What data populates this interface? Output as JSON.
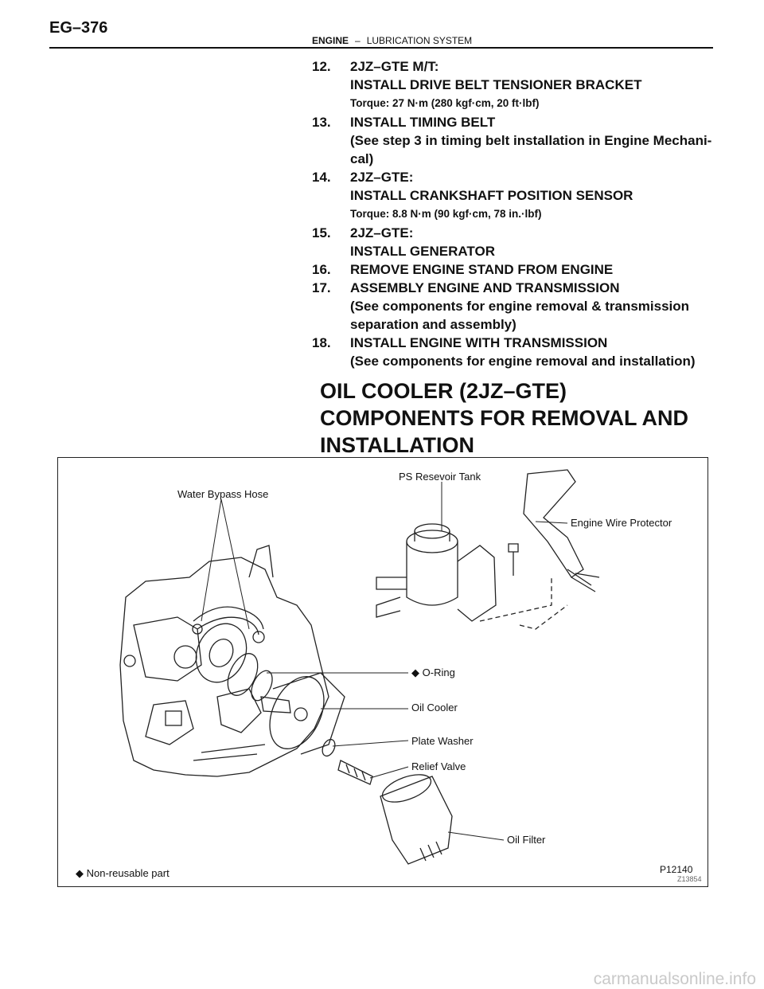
{
  "header": {
    "page_number": "EG–376",
    "section": "ENGINE",
    "separator": "–",
    "subsection": "LUBRICATION SYSTEM"
  },
  "steps": [
    {
      "num": "12.",
      "lines": [
        "2JZ–GTE M/T:",
        "INSTALL DRIVE BELT TENSIONER BRACKET"
      ],
      "torque": "Torque: 27 N·m (280 kgf·cm, 20 ft·lbf)"
    },
    {
      "num": "13.",
      "lines": [
        "INSTALL TIMING BELT",
        "(See step 3 in timing belt installation in Engine Mechani-",
        "cal)"
      ]
    },
    {
      "num": "14.",
      "lines": [
        "2JZ–GTE:",
        "INSTALL CRANKSHAFT POSITION SENSOR"
      ],
      "torque": "Torque: 8.8 N·m (90 kgf·cm, 78 in.·lbf)"
    },
    {
      "num": "15.",
      "lines": [
        "2JZ–GTE:",
        "INSTALL GENERATOR"
      ]
    },
    {
      "num": "16.",
      "lines": [
        "REMOVE ENGINE STAND FROM ENGINE"
      ]
    },
    {
      "num": "17.",
      "lines": [
        "ASSEMBLY ENGINE AND TRANSMISSION",
        "(See components for engine removal & transmission",
        "separation and assembly)"
      ]
    },
    {
      "num": "18.",
      "lines": [
        "INSTALL ENGINE WITH TRANSMISSION",
        "(See components for engine removal and installation)"
      ]
    }
  ],
  "section_title": [
    "OIL COOLER (2JZ–GTE)",
    "COMPONENTS FOR REMOVAL AND",
    "INSTALLATION"
  ],
  "figure": {
    "labels": {
      "water_bypass_hose": "Water Bypass Hose",
      "ps_reservoir_tank": "PS Resevoir Tank",
      "engine_wire_protector": "Engine Wire Protector",
      "o_ring": "O-Ring",
      "oil_cooler": "Oil Cooler",
      "plate_washer": "Plate Washer",
      "relief_valve": "Relief Valve",
      "oil_filter": "Oil Filter",
      "legend": "Non-reusable part",
      "figure_code": "P12140",
      "figure_subcode": "Z13854"
    },
    "non_reusable_marker": "◆"
  },
  "watermark": "carmanualsonline.info"
}
